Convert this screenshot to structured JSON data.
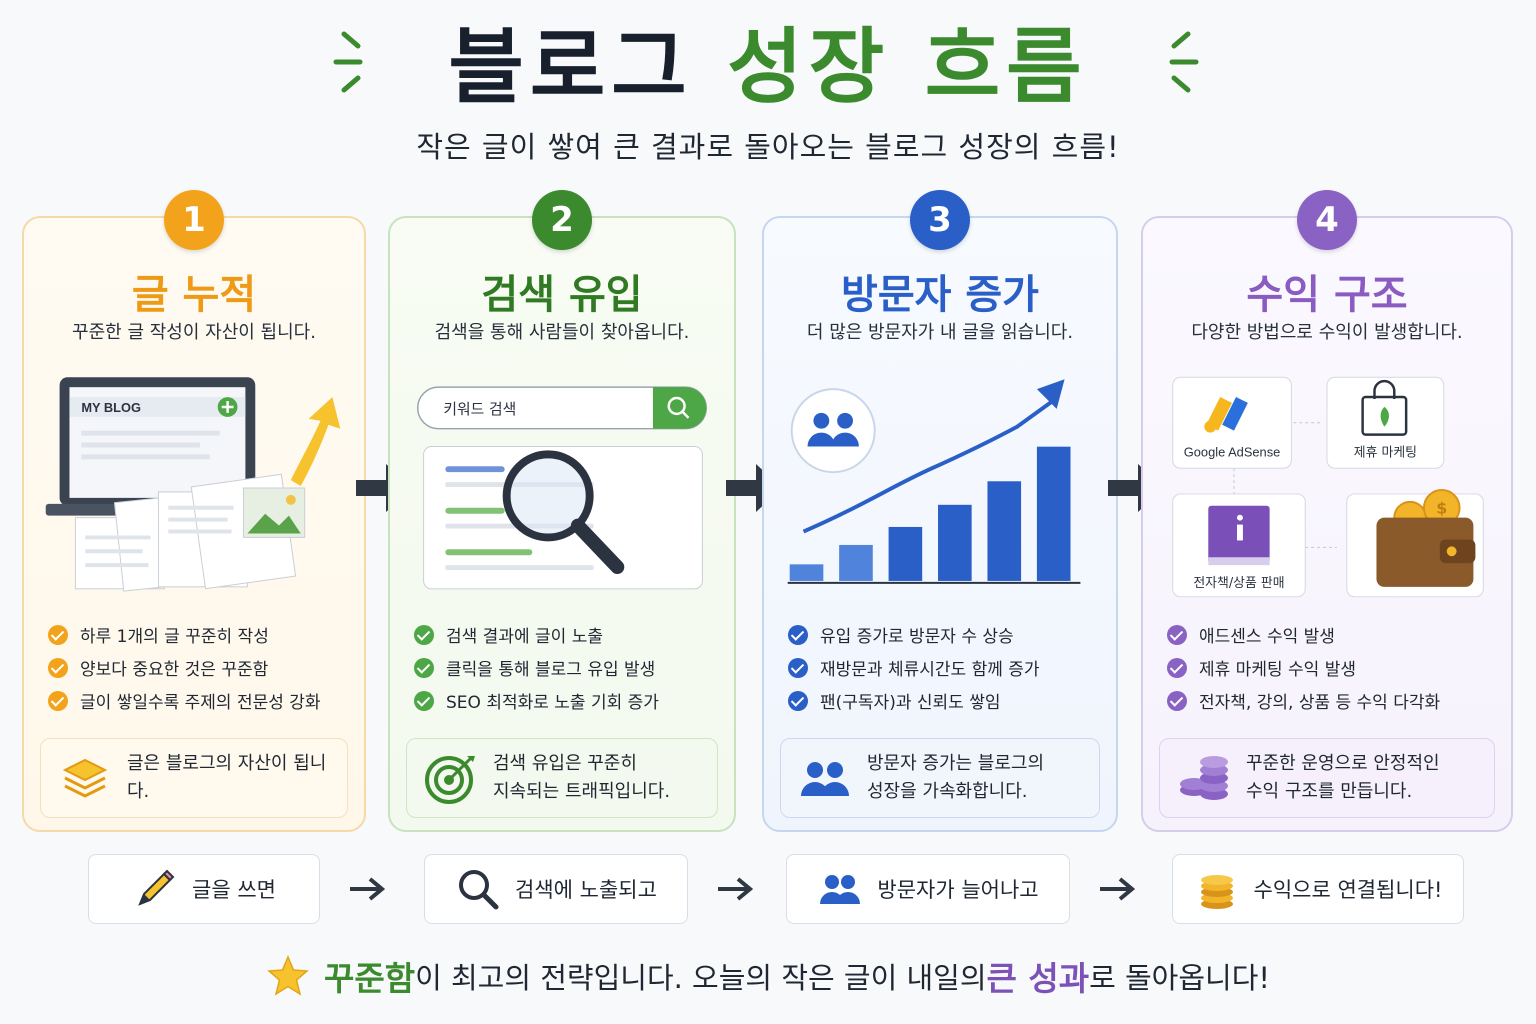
{
  "header": {
    "title_part1": "블로그",
    "title_part2": "성장 흐름",
    "subtitle": "작은 글이 쌓여 큰 결과로 돌아오는 블로그 성장의 흐름!"
  },
  "colors": {
    "orange": "#f2a31b",
    "green": "#3b8a2e",
    "blue": "#2a5fc8",
    "purple": "#8a62c4"
  },
  "steps": [
    {
      "number": "1",
      "title": "글 누적",
      "desc": "꾸준한 글 작성이 자산이 됩니다.",
      "illustration": {
        "blog_label": "MY BLOG"
      },
      "bullets": [
        "하루 1개의 글 꾸준히 작성",
        "양보다 중요한 것은 꾸준함",
        "글이 쌓일수록 주제의 전문성 강화"
      ],
      "box_text": "글은 블로그의 자산이 됩니다.",
      "box_icon": "layers-icon"
    },
    {
      "number": "2",
      "title": "검색 유입",
      "desc": "검색을 통해 사람들이 찾아옵니다.",
      "illustration": {
        "search_placeholder": "키워드 검색"
      },
      "bullets": [
        "검색 결과에 글이 노출",
        "클릭을 통해 블로그 유입 발생",
        "SEO 최적화로 노출 기회 증가"
      ],
      "box_text": "검색 유입은 꾸준히\n지속되는 트래픽입니다.",
      "box_icon": "target-icon"
    },
    {
      "number": "3",
      "title": "방문자 증가",
      "desc": "더 많은 방문자가 내 글을 읽습니다.",
      "illustration": {
        "bar_levels": [
          0.12,
          0.26,
          0.39,
          0.55,
          0.72,
          0.97
        ]
      },
      "bullets": [
        "유입 증가로 방문자 수 상승",
        "재방문과 체류시간도 함께 증가",
        "팬(구독자)과 신뢰도 쌓임"
      ],
      "box_text": "방문자 증가는 블로그의\n성장을 가속화합니다.",
      "box_icon": "users-icon"
    },
    {
      "number": "4",
      "title": "수익 구조",
      "desc": "다양한 방법으로 수익이 발생합니다.",
      "illustration": {
        "adsense": "Google AdSense",
        "affiliate": "제휴 마케팅",
        "ebook": "전자책/상품 판매"
      },
      "bullets": [
        "애드센스 수익 발생",
        "제휴 마케팅 수익 발생",
        "전자책, 강의, 상품 등 수익 다각화"
      ],
      "box_text": "꾸준한 운영으로 안정적인\n수익 구조를 만듭니다.",
      "box_icon": "coins-icon"
    }
  ],
  "summary": [
    "글을 쓰면",
    "검색에 노출되고",
    "방문자가 늘어나고",
    "수익으로 연결됩니다!"
  ],
  "footer": {
    "part1": "꾸준함",
    "part2": "이 최고의 전략입니다. 오늘의 작은 글이 내일의 ",
    "part3": "큰 성과",
    "part4": "로 돌아옵니다!"
  }
}
